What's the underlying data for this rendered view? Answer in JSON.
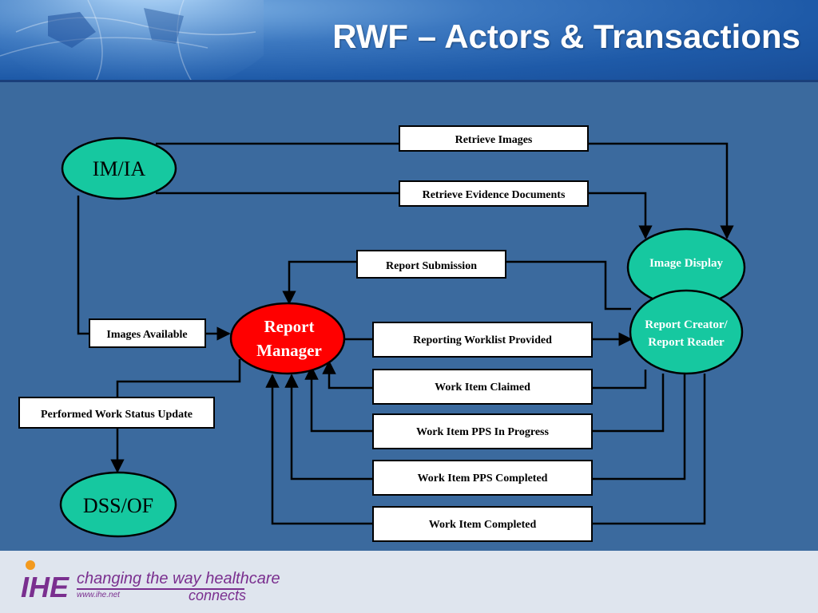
{
  "title": "RWF – Actors & Transactions",
  "actors": {
    "imia": "IM/IA",
    "dss": "DSS/OF",
    "image_display": "Image Display",
    "report_creator_1": "Report Creator/",
    "report_creator_2": "Report Reader",
    "report_manager_1": "Report",
    "report_manager_2": "Manager"
  },
  "transactions": {
    "retrieve_images": "Retrieve Images",
    "retrieve_evidence": "Retrieve Evidence Documents",
    "report_submission": "Report Submission",
    "images_available": "Images Available",
    "reporting_worklist": "Reporting Worklist Provided",
    "performed_work_status": "Performed Work Status Update",
    "work_item_claimed": "Work Item Claimed",
    "pps_in_progress": "Work Item PPS In Progress",
    "pps_completed": "Work Item PPS Completed",
    "work_item_completed": "Work Item Completed"
  },
  "footer": {
    "logo_text": "IHE",
    "tagline_1": "changing the way healthcare",
    "tagline_2": "connects",
    "url": "www.ihe.net"
  },
  "colors": {
    "actor_green": "#16c8a0",
    "report_manager_red": "#ff0000",
    "background": "#3b6a9e",
    "ihe_purple": "#7a2f8f"
  }
}
